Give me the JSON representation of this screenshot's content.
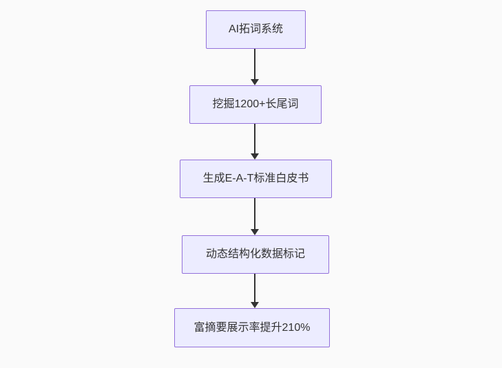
{
  "diagram": {
    "type": "flowchart",
    "direction": "top-down",
    "nodes": [
      {
        "label": "AI拓词系统"
      },
      {
        "label": "挖掘1200+长尾词"
      },
      {
        "label": "生成E-A-T标准白皮书"
      },
      {
        "label": "动态结构化数据标记"
      },
      {
        "label": "富摘要展示率提升210%"
      }
    ],
    "edges": [
      {
        "from": 0,
        "to": 1,
        "style": "arrow-down"
      },
      {
        "from": 1,
        "to": 2,
        "style": "arrow-down"
      },
      {
        "from": 2,
        "to": 3,
        "style": "arrow-down"
      },
      {
        "from": 3,
        "to": 4,
        "style": "arrow-down"
      }
    ],
    "colors": {
      "node_fill": "#ECECFF",
      "node_border": "#9370DB",
      "edge_line": "#333333",
      "node_text": "#333333",
      "background": "#FAFAFA"
    }
  }
}
